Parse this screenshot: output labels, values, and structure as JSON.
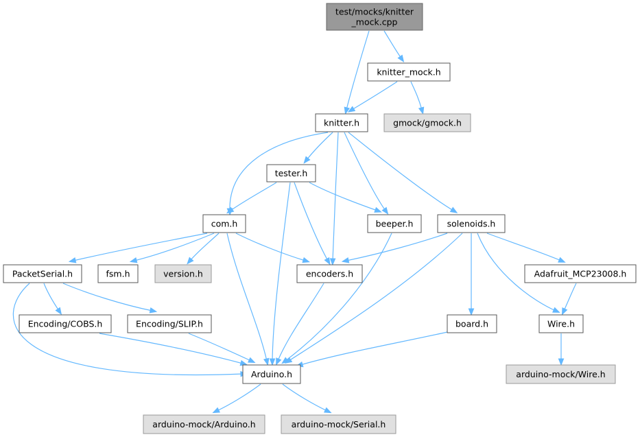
{
  "colors": {
    "edge": "#63b8ff",
    "node_border": "#555555",
    "root_fill": "#999999",
    "external_fill": "#e0e0e0",
    "normal_fill": "#ffffff"
  },
  "nodes": [
    {
      "id": "knitter_mock_cpp",
      "label_lines": [
        "test/mocks/knitter",
        "_mock.cpp"
      ],
      "kind": "root"
    },
    {
      "id": "knitter_mock_h",
      "label_lines": [
        "knitter_mock.h"
      ],
      "kind": "normal"
    },
    {
      "id": "knitter_h",
      "label_lines": [
        "knitter.h"
      ],
      "kind": "normal"
    },
    {
      "id": "gmock_h",
      "label_lines": [
        "gmock/gmock.h"
      ],
      "kind": "external"
    },
    {
      "id": "tester_h",
      "label_lines": [
        "tester.h"
      ],
      "kind": "normal"
    },
    {
      "id": "com_h",
      "label_lines": [
        "com.h"
      ],
      "kind": "normal"
    },
    {
      "id": "beeper_h",
      "label_lines": [
        "beeper.h"
      ],
      "kind": "normal"
    },
    {
      "id": "solenoids_h",
      "label_lines": [
        "solenoids.h"
      ],
      "kind": "normal"
    },
    {
      "id": "packetserial_h",
      "label_lines": [
        "PacketSerial.h"
      ],
      "kind": "normal"
    },
    {
      "id": "fsm_h",
      "label_lines": [
        "fsm.h"
      ],
      "kind": "normal"
    },
    {
      "id": "version_h",
      "label_lines": [
        "version.h"
      ],
      "kind": "external"
    },
    {
      "id": "encoders_h",
      "label_lines": [
        "encoders.h"
      ],
      "kind": "normal"
    },
    {
      "id": "mcp23008_h",
      "label_lines": [
        "Adafruit_MCP23008.h"
      ],
      "kind": "normal"
    },
    {
      "id": "cobs_h",
      "label_lines": [
        "Encoding/COBS.h"
      ],
      "kind": "normal"
    },
    {
      "id": "slip_h",
      "label_lines": [
        "Encoding/SLIP.h"
      ],
      "kind": "normal"
    },
    {
      "id": "board_h",
      "label_lines": [
        "board.h"
      ],
      "kind": "normal"
    },
    {
      "id": "wire_h",
      "label_lines": [
        "Wire.h"
      ],
      "kind": "normal"
    },
    {
      "id": "arduino_h",
      "label_lines": [
        "Arduino.h"
      ],
      "kind": "normal"
    },
    {
      "id": "mock_wire_h",
      "label_lines": [
        "arduino-mock/Wire.h"
      ],
      "kind": "external"
    },
    {
      "id": "mock_arduino_h",
      "label_lines": [
        "arduino-mock/Arduino.h"
      ],
      "kind": "external"
    },
    {
      "id": "mock_serial_h",
      "label_lines": [
        "arduino-mock/Serial.h"
      ],
      "kind": "external"
    }
  ],
  "edges": [
    {
      "from": "knitter_mock_cpp",
      "to": "knitter_mock_h"
    },
    {
      "from": "knitter_mock_cpp",
      "to": "knitter_h"
    },
    {
      "from": "knitter_mock_h",
      "to": "knitter_h"
    },
    {
      "from": "knitter_mock_h",
      "to": "gmock_h"
    },
    {
      "from": "knitter_h",
      "to": "tester_h"
    },
    {
      "from": "knitter_h",
      "to": "com_h"
    },
    {
      "from": "knitter_h",
      "to": "encoders_h"
    },
    {
      "from": "knitter_h",
      "to": "beeper_h"
    },
    {
      "from": "knitter_h",
      "to": "solenoids_h"
    },
    {
      "from": "tester_h",
      "to": "com_h"
    },
    {
      "from": "tester_h",
      "to": "beeper_h"
    },
    {
      "from": "tester_h",
      "to": "encoders_h"
    },
    {
      "from": "tester_h",
      "to": "arduino_h"
    },
    {
      "from": "com_h",
      "to": "packetserial_h"
    },
    {
      "from": "com_h",
      "to": "fsm_h"
    },
    {
      "from": "com_h",
      "to": "version_h"
    },
    {
      "from": "com_h",
      "to": "encoders_h"
    },
    {
      "from": "com_h",
      "to": "arduino_h"
    },
    {
      "from": "beeper_h",
      "to": "arduino_h"
    },
    {
      "from": "solenoids_h",
      "to": "encoders_h"
    },
    {
      "from": "solenoids_h",
      "to": "arduino_h"
    },
    {
      "from": "solenoids_h",
      "to": "board_h"
    },
    {
      "from": "solenoids_h",
      "to": "mcp23008_h"
    },
    {
      "from": "solenoids_h",
      "to": "wire_h"
    },
    {
      "from": "packetserial_h",
      "to": "cobs_h"
    },
    {
      "from": "packetserial_h",
      "to": "slip_h"
    },
    {
      "from": "packetserial_h",
      "to": "arduino_h"
    },
    {
      "from": "encoders_h",
      "to": "arduino_h"
    },
    {
      "from": "mcp23008_h",
      "to": "wire_h"
    },
    {
      "from": "cobs_h",
      "to": "arduino_h"
    },
    {
      "from": "slip_h",
      "to": "arduino_h"
    },
    {
      "from": "board_h",
      "to": "arduino_h"
    },
    {
      "from": "wire_h",
      "to": "mock_wire_h"
    },
    {
      "from": "arduino_h",
      "to": "mock_arduino_h"
    },
    {
      "from": "arduino_h",
      "to": "mock_serial_h"
    }
  ]
}
